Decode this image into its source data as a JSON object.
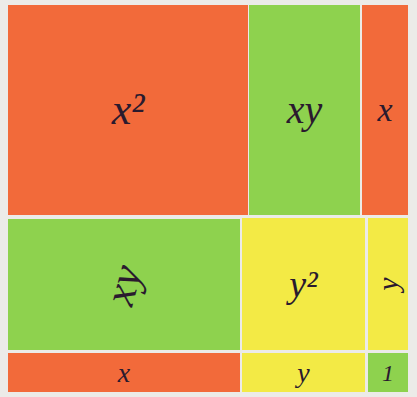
{
  "diagram": {
    "nodes": [
      {
        "text": [
          "x²"
        ]
      },
      {
        "text": [
          "xy"
        ]
      },
      {
        "text": [
          "x"
        ]
      },
      {
        "text": [
          "xy"
        ]
      },
      {
        "text": [
          "y²"
        ]
      },
      {
        "text": [
          "y"
        ]
      },
      {
        "text": [
          "x"
        ]
      },
      {
        "text": [
          "y"
        ]
      },
      {
        "text": [
          "1"
        ]
      }
    ]
  }
}
